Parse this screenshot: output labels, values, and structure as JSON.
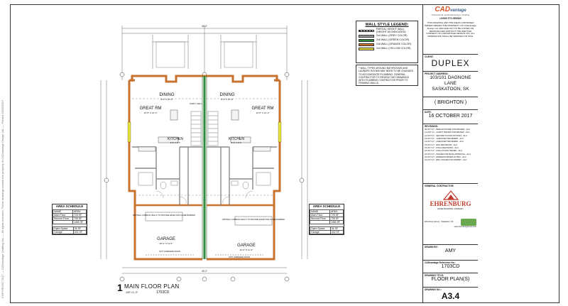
{
  "side_note": "COPYRIGHT 2017 — CADvantage Drafting Ltd. — All rights reserved. These drawings remain the property of CADvantage Design Ltd. — Printed 16/10/2017",
  "legend": {
    "title": "WALL STYLE LEGEND:",
    "items": [
      {
        "label": "PARTIAL HEIGHT WALL (HEIGHT AS INDICATED)",
        "color": "#555555",
        "style": "partial"
      },
      {
        "label": "2x4 WALL (GREY COLOR)",
        "color": "#9a9a9a",
        "style": "solid"
      },
      {
        "label": "2x6 WALL (GREEN COLOR)",
        "color": "#2e8b3a",
        "style": "solid"
      },
      {
        "label": "2x6 WALL (ORANGE COLOR)",
        "color": "#c8712d",
        "style": "solid"
      },
      {
        "label": "2x4 WALL (YELLOW COLOR)",
        "color": "#e7e33a",
        "style": "solid"
      }
    ]
  },
  "notes": "* WALL TYPES AROUND BATHROOMS AND LAUNDRY ROOMS MAY NEED TO BE CHANGED TO ACCOMODATE PLUMBING. GENERAL CONTRACTOR TO REVIEW THE DRAWINGS WITH PLUMBING CONTRACTOR PRIOR TO FRAMING WALLS.",
  "area_schedule_left": {
    "title": "AREA SCHEDULE",
    "header": [
      "NAME",
      "AREA"
    ],
    "rows": [
      [
        "Main Floor",
        "725 SF"
      ],
      [
        "Second Floor",
        "735 SF"
      ],
      [
        "",
        "1460 SF"
      ]
    ],
    "extra": [
      [
        "Open Space",
        "34 SF"
      ],
      [
        "Garage",
        "242 SF"
      ]
    ]
  },
  "area_schedule_right": {
    "title": "AREA SCHEDULE",
    "header": [
      "NAME",
      "AREA"
    ],
    "rows": [
      [
        "Main Floor",
        "725 SF"
      ],
      [
        "Second Floor",
        "735 SF"
      ],
      [
        "",
        "1460 SF"
      ]
    ],
    "extra": [
      [
        "Open Space",
        "34 SF"
      ],
      [
        "Garage",
        "242 SF"
      ]
    ]
  },
  "plan_title": {
    "number": "1",
    "title": "MAIN FLOOR PLAN",
    "scale": "1/8\"=1'-0\"",
    "ref": "1703CD"
  },
  "rooms": {
    "dining": "DINING",
    "dining_dim": "8'-6\" X 10'-0\"",
    "great_rm": "GREAT RM",
    "great_rm_dim": "13'-0\" X 12'-0\"",
    "kitchen": "KITCHEN",
    "kitchen_dim": "8'-6\" X 9'-0\"",
    "garage": "GARAGE",
    "garage_dim": "20'-0\" X 11'-0\"",
    "garage_note": "DRYWALL COMMON WALLS TO PROVIDE EFFECTIVE FLAME BARRIER",
    "door_note": "16X7 OVERHEAD DOOR",
    "half_wall": "PARTY WALL",
    "dim_top": "40'-0\"",
    "dim_bottom": "40'-0\""
  },
  "titleblock": {
    "logo_main": "CAD",
    "logo_accent": "vantage",
    "logo_sub": "Professional residential design | Drafting",
    "logo_tag": "LIVING IT'S DESIGN",
    "copyright": "THIS DRAWING AND THE IDEAS CONTAINED HEREIN REMAIN THE PROPERTY OF CADvantage Design Ltd. AND ARE NOT TO BE COPIED OR REPRODUCED WITHOUT THE WRITTEN CONSENT OF CADVANTAGE DESIGN LTD. ALL DIMENSIONS SHALL BE VERIFIED ON SITE.",
    "client_label": "CLIENT:",
    "client": "DUPLEX",
    "address_label": "PROJECT ADDRESS:",
    "address_1": "103/101 DAGNONE LANE",
    "address_2": "SASKATOON, SK",
    "model": "( BRIGHTON )",
    "date_label": "DATE:",
    "date": "16 OCTOBER 2017",
    "revisions_label": "REVISIONS:",
    "revisions": [
      "05-OCT-17 - PRELIM ISSUED FOR REVIEW - ALC",
      "11-OCT-17 - CLIENT ISSUED FOR REVIEW - ALC",
      "12-OCT-17 - SECOND FLOOR OPTIONS - ALC",
      "13-OCT-17 - CHECKSET REVIEWED - ALC",
      "14-OCT-17 - CHECKSET REVIEWED - ALC",
      "15-OCT-17 - ENG REVISIONS - ALC",
      "15-OCT-17 - FINAL REVISIONS - ALC",
      "16-OCT-17 - FINAL PLANS ISSUED - ALC",
      "16-OCT-17 - ISSUED FOR BLDG APPROVAL - ALC",
      "16-OCT-17 - ADDRESS ADDED W/ REV - ALC",
      "16-OCT-17 - REV. ISSUED FOR PERMIT - ALC"
    ],
    "contractor_label": "GENERAL CONTRACTOR:",
    "contractor": "EHRENBURG",
    "contractor_sub": "HOME BUILDING COMPANY",
    "contractor_contact": "Ehrenburg Homes · Saskatoon, SK",
    "contractor_web": "www.ehrenburghomes.com",
    "drawn_label": "DRAWN BY:",
    "drawn": "AMY",
    "ref_label": "CADvantage Reference No.:",
    "ref": "1703CD",
    "drawing_title_label": "DRAWING TITLE:",
    "drawing_title": "FLOOR PLAN(S)",
    "drawing_no_label": "DRAWING NO.:",
    "drawing_no": "A3.4"
  },
  "colors": {
    "orange": "#c8712d",
    "green": "#2e8b3a",
    "grey": "#9a9a9a",
    "yellow": "#e7e33a"
  }
}
